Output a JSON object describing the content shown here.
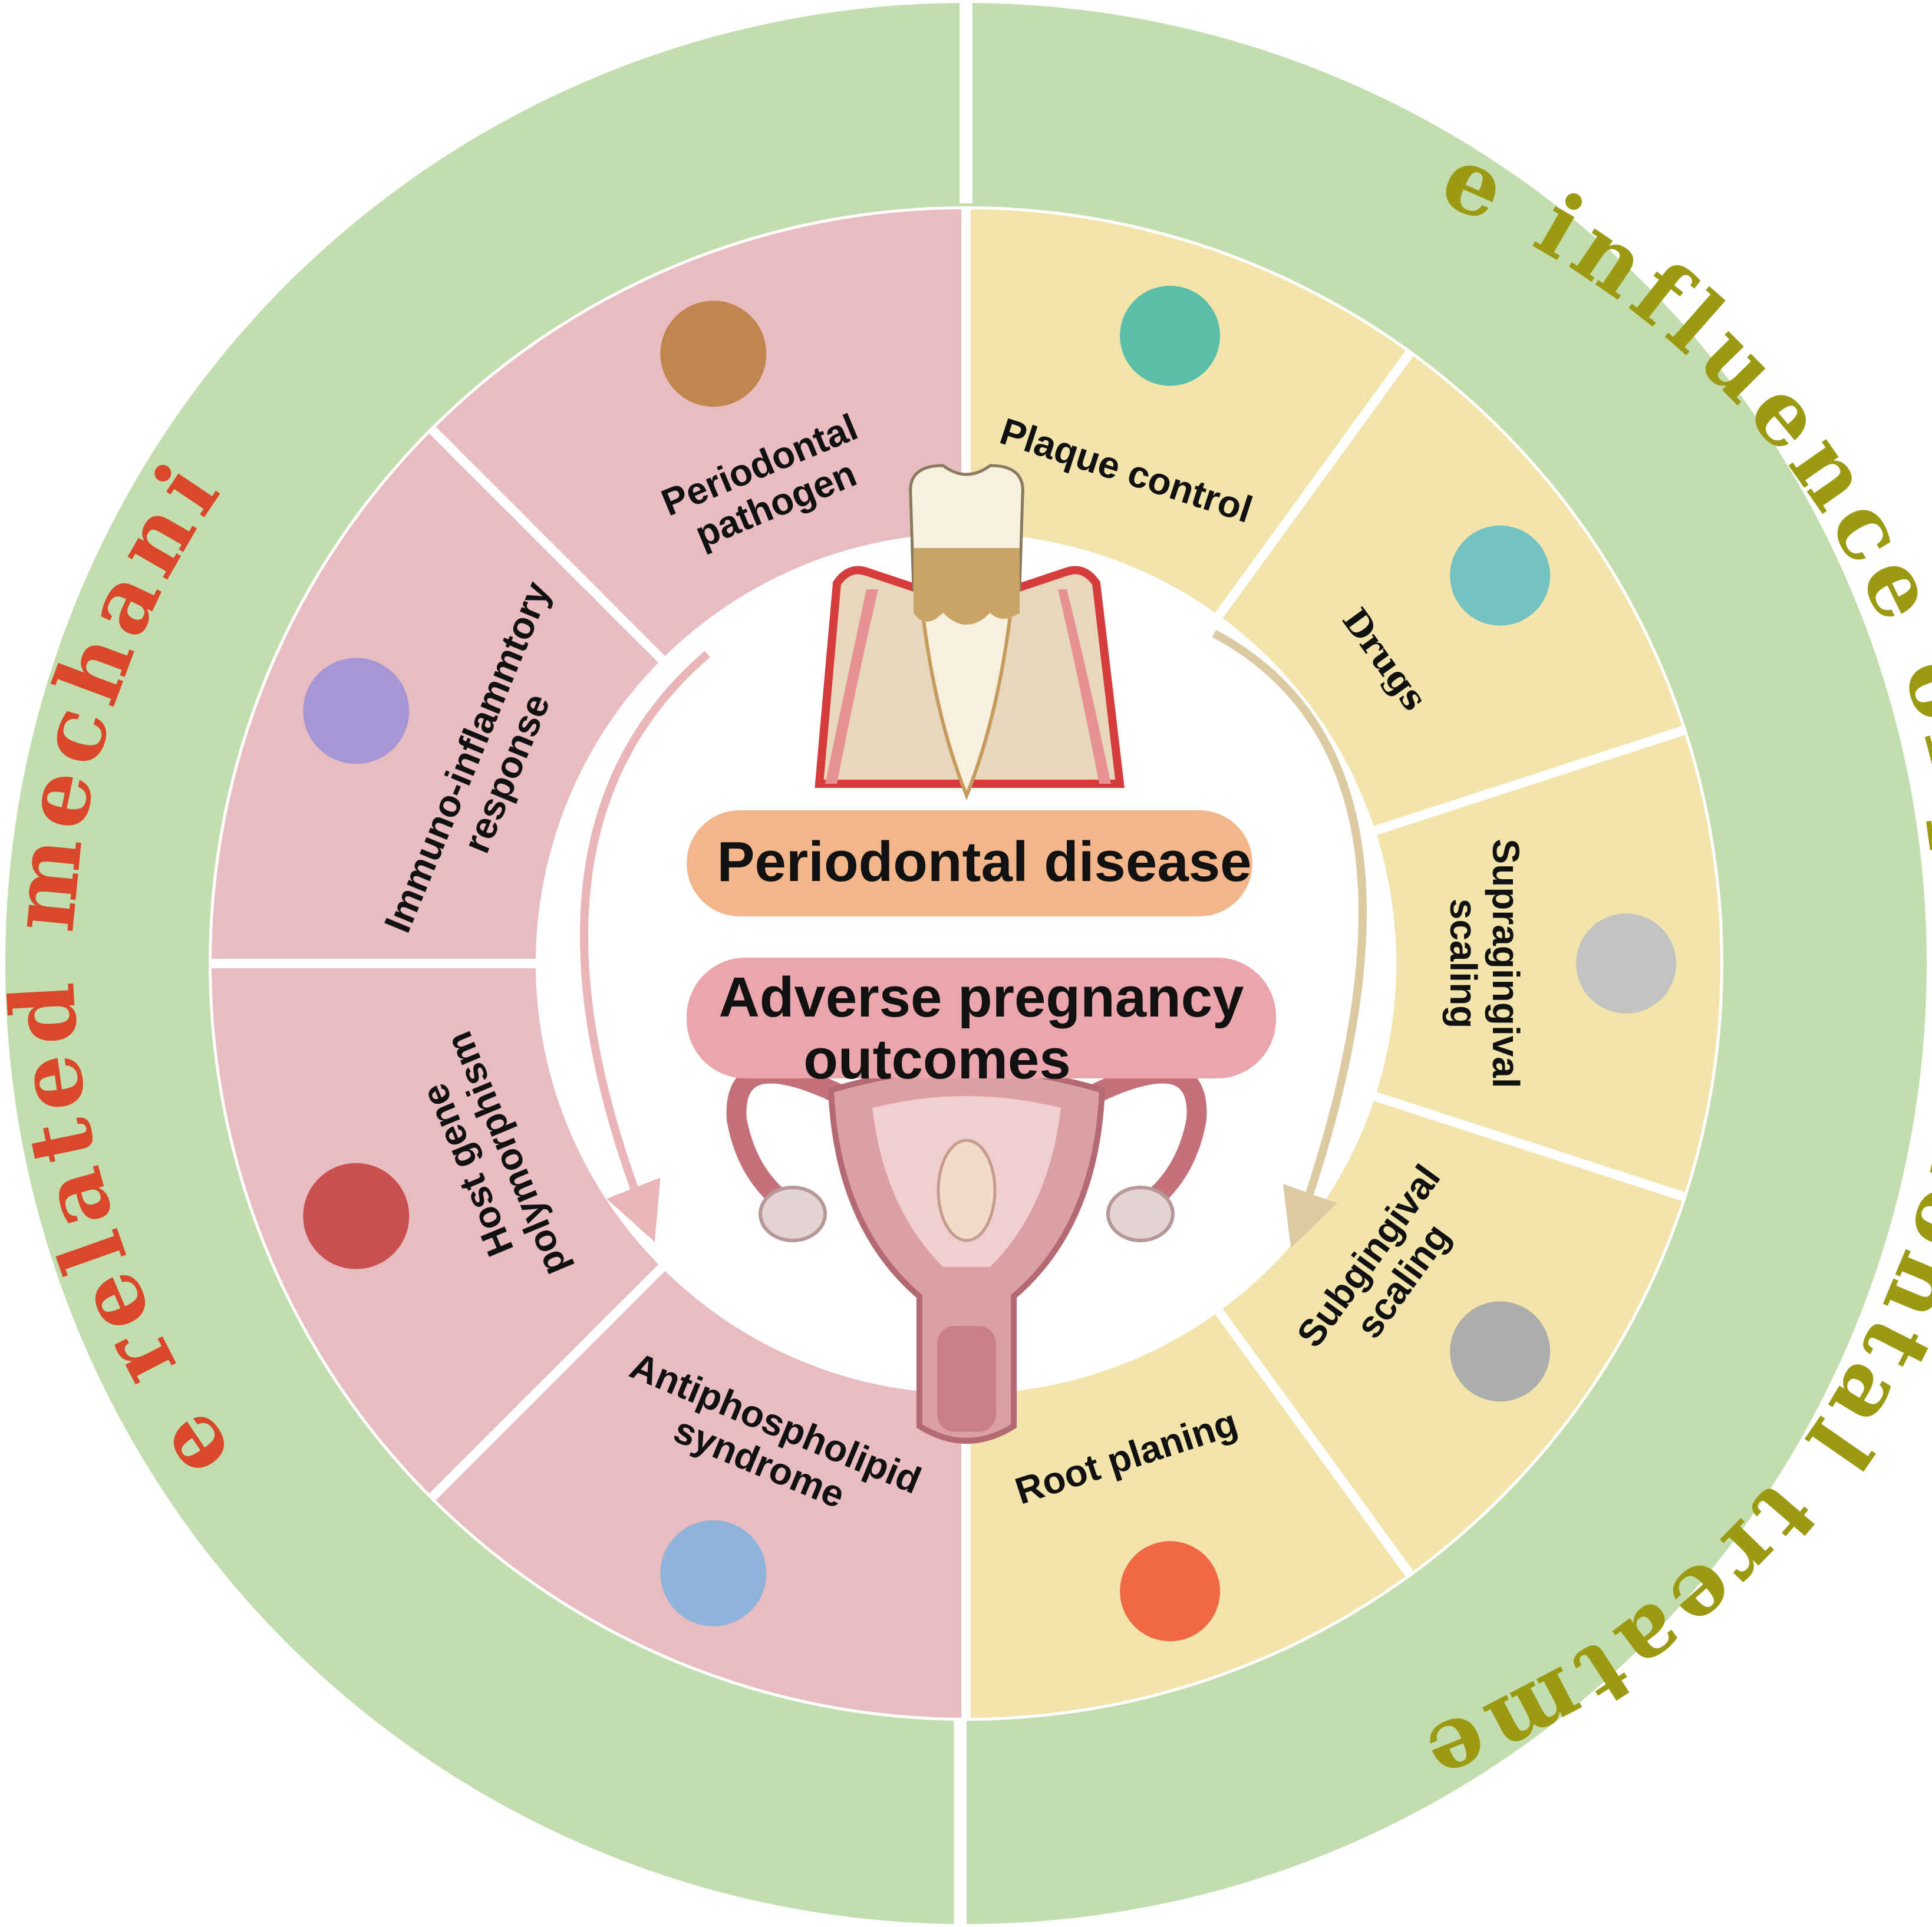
{
  "outer_ring": {
    "left_title": "The related mechanism",
    "right_title": "The influence of periodontal treatment"
  },
  "mechanisms": [
    {
      "label_lines": [
        "Periodontal",
        "pathogen"
      ],
      "icon": "bacteria-icon"
    },
    {
      "label_lines": [
        "Immuno-inflammtory",
        "response"
      ],
      "icon": "immune-cells-icon"
    },
    {
      "label_lines": [
        "Host gene",
        "polymorphism"
      ],
      "icon": "dna-icon"
    },
    {
      "label_lines": [
        "Antiphospholipid",
        "syndrome"
      ],
      "icon": "antibody-icon"
    }
  ],
  "treatments": [
    {
      "label_lines": [
        "Plaque control"
      ],
      "icon": "toothbrush-floss-icon"
    },
    {
      "label_lines": [
        "Drugs"
      ],
      "icon": "capsule-icon"
    },
    {
      "label_lines": [
        "Supragingival",
        "scaling"
      ],
      "icon": "ultrasonic-scaler-icon"
    },
    {
      "label_lines": [
        "Subgingival",
        "scaling"
      ],
      "icon": "curette-icon"
    },
    {
      "label_lines": [
        "Root planing"
      ],
      "icon": "root-planer-icon"
    }
  ],
  "center": {
    "disease_label": "Periodontal disease",
    "outcome_line1": "Adverse pregnancy",
    "outcome_line2": "outcomes"
  },
  "colors": {
    "outer_ring": "#c2deae",
    "mechanism_segment": "#e8bcc0",
    "treatment_segment": "#f3e4ab",
    "left_title": "#d9482b",
    "right_title": "#9c9a12",
    "disease_pill": "#f2b68a",
    "outcome_pill": "#eaa6aa"
  }
}
